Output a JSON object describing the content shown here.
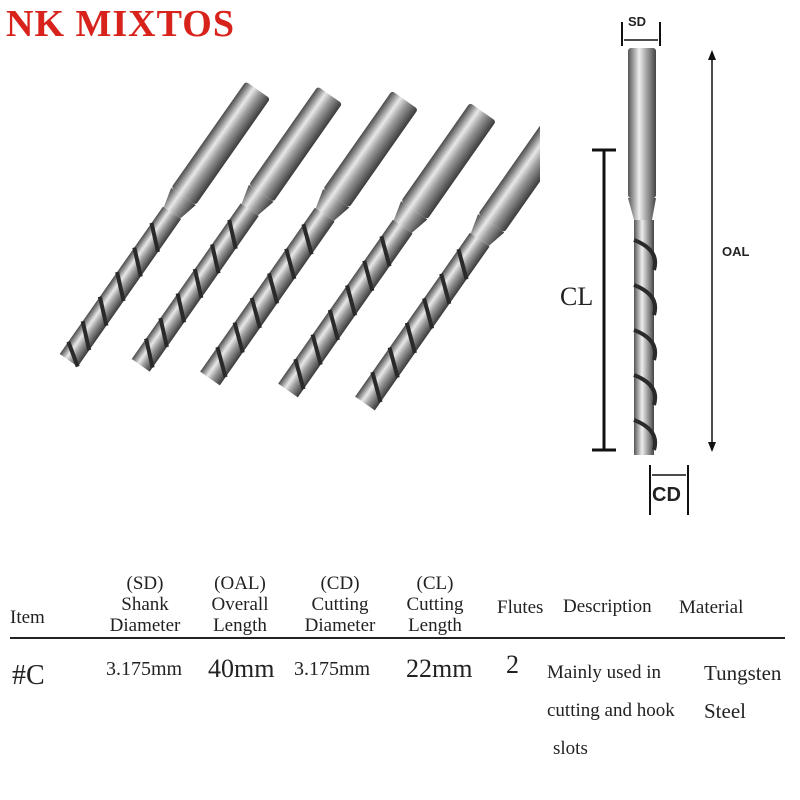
{
  "brand": {
    "name": "NK MIXTOS",
    "color": "#d8231c"
  },
  "diagram": {
    "sd_label": "SD",
    "oal_label": "OAL",
    "cl_label": "CL",
    "cd_label": "CD"
  },
  "table": {
    "headers": {
      "item": "Item",
      "sd_abbr": "(SD)",
      "sd_l1": "Shank",
      "sd_l2": "Diameter",
      "oal_abbr": "(OAL)",
      "oal_l1": "Overall",
      "oal_l2": "Length",
      "cd_abbr": "(CD)",
      "cd_l1": "Cutting",
      "cd_l2": "Diameter",
      "cl_abbr": "(CL)",
      "cl_l1": "Cutting",
      "cl_l2": "Length",
      "flutes": "Flutes",
      "description": "Description",
      "material": "Material"
    },
    "row": {
      "item": "#C",
      "sd": "3.175mm",
      "oal": "40mm",
      "cd": "3.175mm",
      "cl": "22mm",
      "flutes": "2",
      "description_l1": "Mainly used in",
      "description_l2": "cutting and hook",
      "description_l3": "slots",
      "material_l1": "Tungsten",
      "material_l2": "Steel"
    }
  }
}
